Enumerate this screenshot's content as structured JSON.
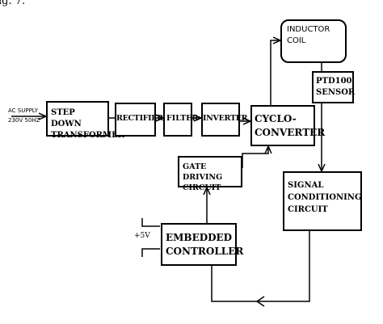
{
  "caption": "ig. 7.",
  "blocks": {
    "ac_supply": [
      "AC SUPPLY",
      "230V 50HZ"
    ],
    "step_down": [
      "STEP DOWN",
      "TRANSFORMER"
    ],
    "rectifier": "RECTIFIER",
    "filter": "FILTER",
    "inverter": "INVERTER",
    "cyclo": [
      "CYCLO-",
      "CONVERTER"
    ],
    "inductor": [
      "INDUCTOR",
      "COIL"
    ],
    "ptd": [
      "PTD100",
      "SENSOR"
    ],
    "signal": [
      "SIGNAL",
      "CONDITIONING",
      "CIRCUIT"
    ],
    "gate": [
      "GATE DRIVING",
      "CIRCUIT"
    ],
    "embedded": [
      "EMBEDDED",
      "CONTROLLER"
    ],
    "supply_5v": "+5V"
  }
}
